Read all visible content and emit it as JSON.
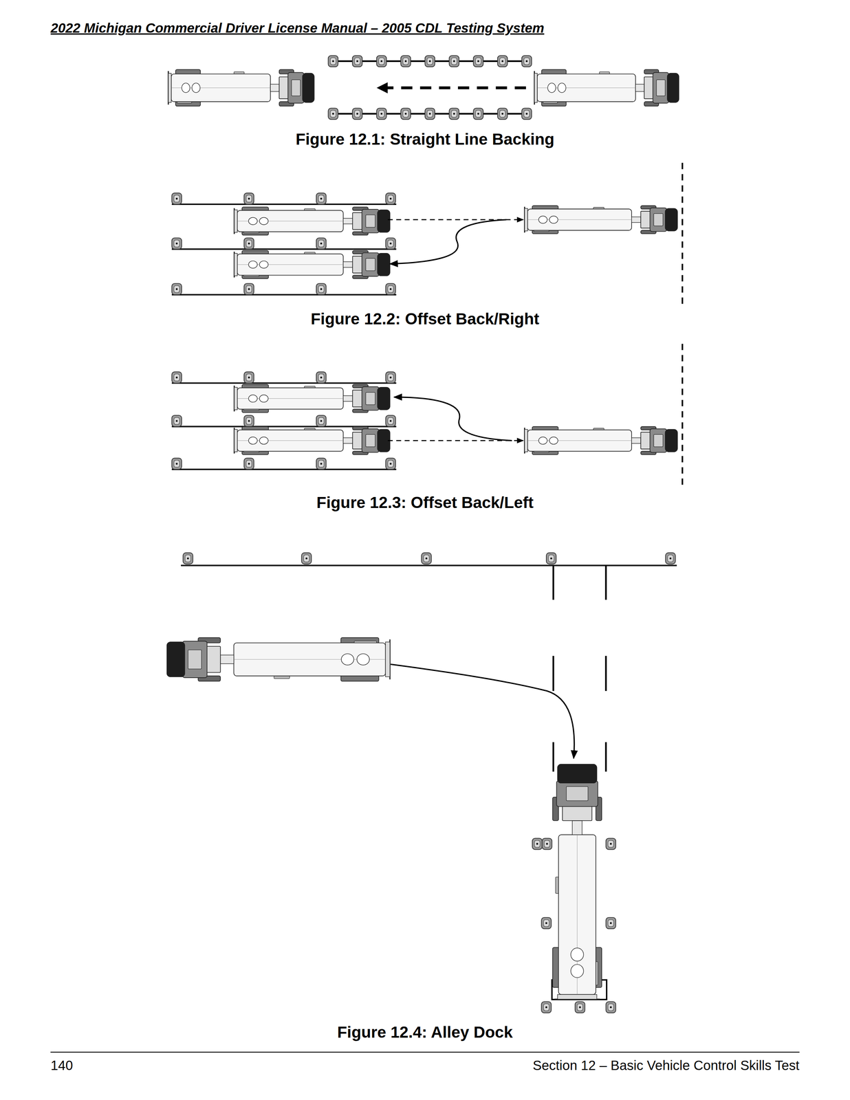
{
  "diagram": {
    "labels": [
      "2022 Michigan Commercial Driver License Manual – 2005 CDL Testing System",
      "Figure 12.1: Straight Line Backing",
      "Figure 12.2: Offset Back/Right",
      "Figure 12.3: Offset Back/Left",
      "Figure 12.4: Alley Dock",
      "140",
      "Section 12 – Basic Vehicle Control Skills Test"
    ]
  }
}
